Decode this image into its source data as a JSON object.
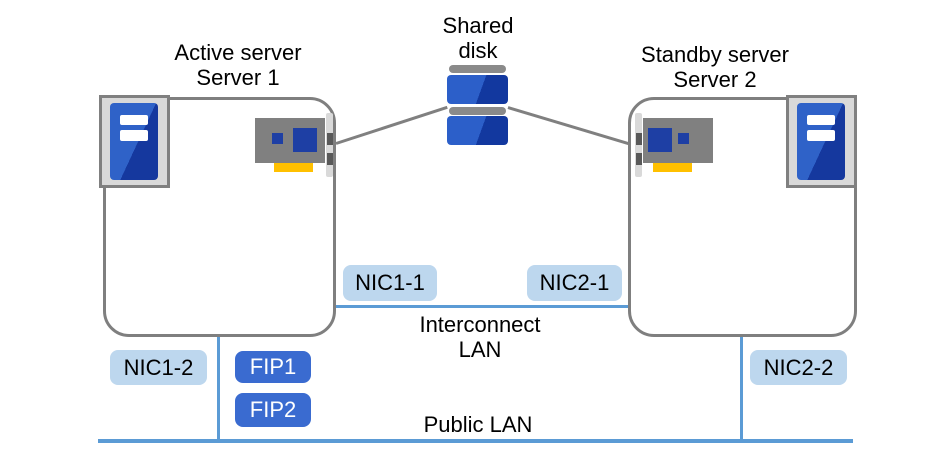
{
  "servers": [
    {
      "name_line1": "Active server",
      "name_line2": "Server 1"
    },
    {
      "name_line1": "Standby server",
      "name_line2": "Server 2"
    }
  ],
  "shared_disk": {
    "line1": "Shared",
    "line2": "disk"
  },
  "interconnect_lan": {
    "line1": "Interconnect",
    "line2": "LAN"
  },
  "public_lan": {
    "label": "Public LAN"
  },
  "nic_labels": {
    "nic1_1": "NIC1-1",
    "nic2_1": "NIC2-1",
    "nic1_2": "NIC1-2",
    "nic2_2": "NIC2-2"
  },
  "fip_labels": {
    "fip1": "FIP1",
    "fip2": "FIP2"
  },
  "icons": {
    "server_tower": "server-tower-icon",
    "nic_card": "nic-card-icon",
    "shared_disk": "shared-disk-icon"
  },
  "colors": {
    "line_blue": "#5b9bd5",
    "chip_light_blue": "#bdd7ee",
    "chip_dark_blue": "#3a6bd0",
    "icon_navy": "#1e3fa4",
    "icon_blue": "#2f62c8",
    "icon_gray": "#808080",
    "icon_yellow": "#ffc000",
    "box_border_gray": "#7f7f7f"
  }
}
